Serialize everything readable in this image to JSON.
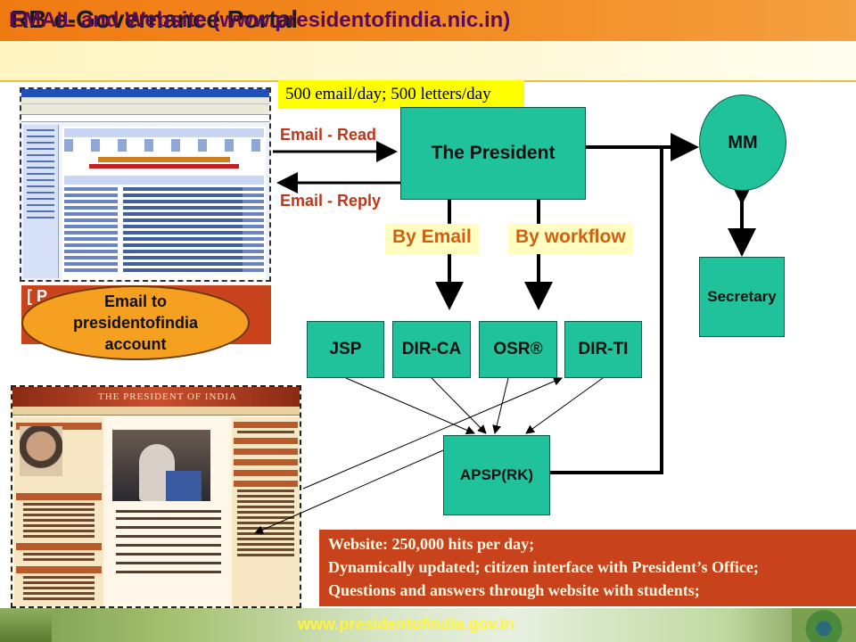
{
  "header": {
    "title": "RB e-Governance Portal",
    "subtitle": "EMAIL and Website (www.presidentofindia.nic.in)"
  },
  "note": "500 email/day; 500 letters/day",
  "email_panel": {
    "tag": "[ P",
    "oval": "Email to presidentofindia account"
  },
  "labels": {
    "email_read": "Email - Read",
    "email_reply": "Email - Reply",
    "by_email": "By Email",
    "by_workflow": "By workflow"
  },
  "boxes": {
    "president": "The President",
    "mm": "MM",
    "secretary": "Secretary",
    "jsp": "JSP",
    "dir_ca": "DIR-CA",
    "osr": "OSR®",
    "dir_ti": "DIR-TI",
    "apsp": "APSP(RK)"
  },
  "website_panel": {
    "banner": "THE PRESIDENT OF INDIA"
  },
  "info": {
    "line1": "Website: 250,000 hits per day;",
    "line2": "Dynamically updated; citizen interface with President’s Office;",
    "line3": "Questions and answers through website with students;"
  },
  "footer": {
    "url": "www.presidentofindia.gov.in"
  },
  "colors": {
    "box_fill": "#1fc29a",
    "title_orange": "#f07a12",
    "info_red": "#c8421c",
    "label_red": "#c0361a"
  }
}
